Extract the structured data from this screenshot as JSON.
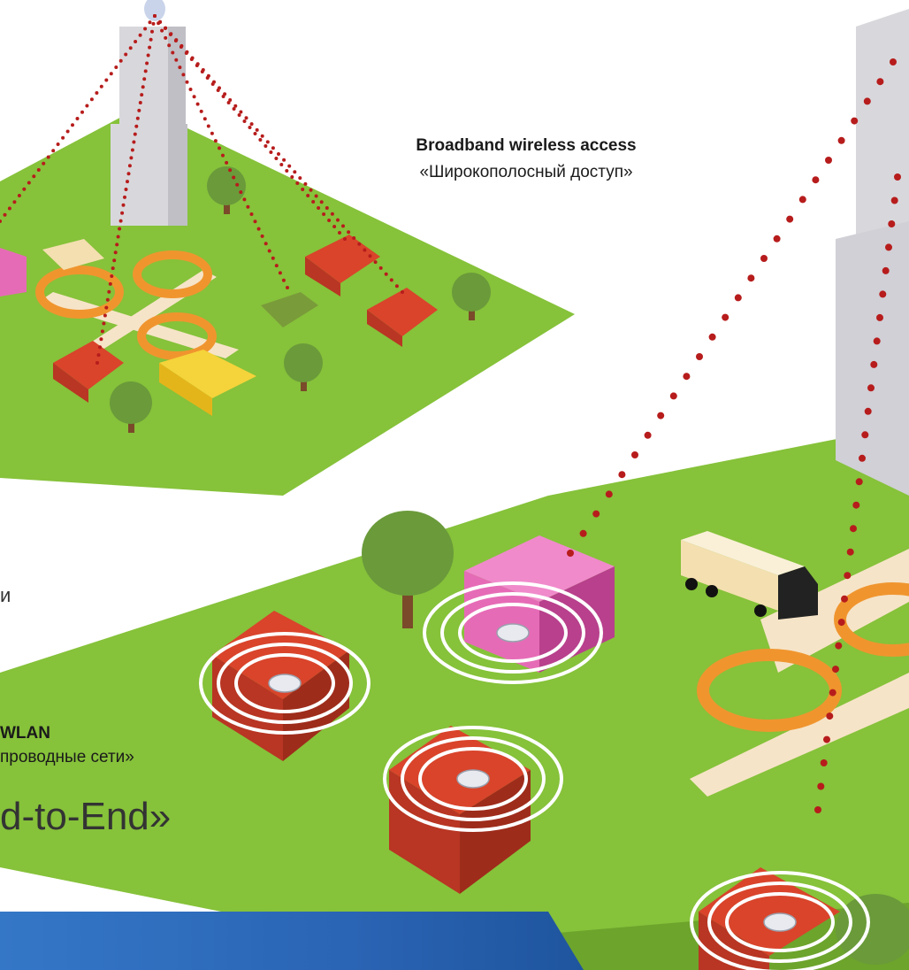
{
  "labels": {
    "broadband_title": "Broadband wireless access",
    "broadband_subtitle": "«Широкополосный доступ»",
    "wlan_title": "WLAN",
    "wlan_subtitle": "проводные сети»",
    "side_letter": "и",
    "end_to_end": "d-to-End»"
  },
  "colors": {
    "grass": "#86c23a",
    "grass_dark": "#6da42c",
    "tower": "#d8d8dc",
    "house_roof": "#d9442b",
    "house_wall": "#b83623",
    "pink_building": "#e66bb6",
    "tree": "#6a9a3a",
    "road": "#f6e4c8",
    "ring_orange": "#f0952e",
    "signal_dots": "#b71c1c",
    "bar_blue": "#2a64b4"
  },
  "icons": [
    "broadcast-tower-icon",
    "router-icon",
    "truck-icon",
    "house-icon",
    "tree-icon"
  ]
}
